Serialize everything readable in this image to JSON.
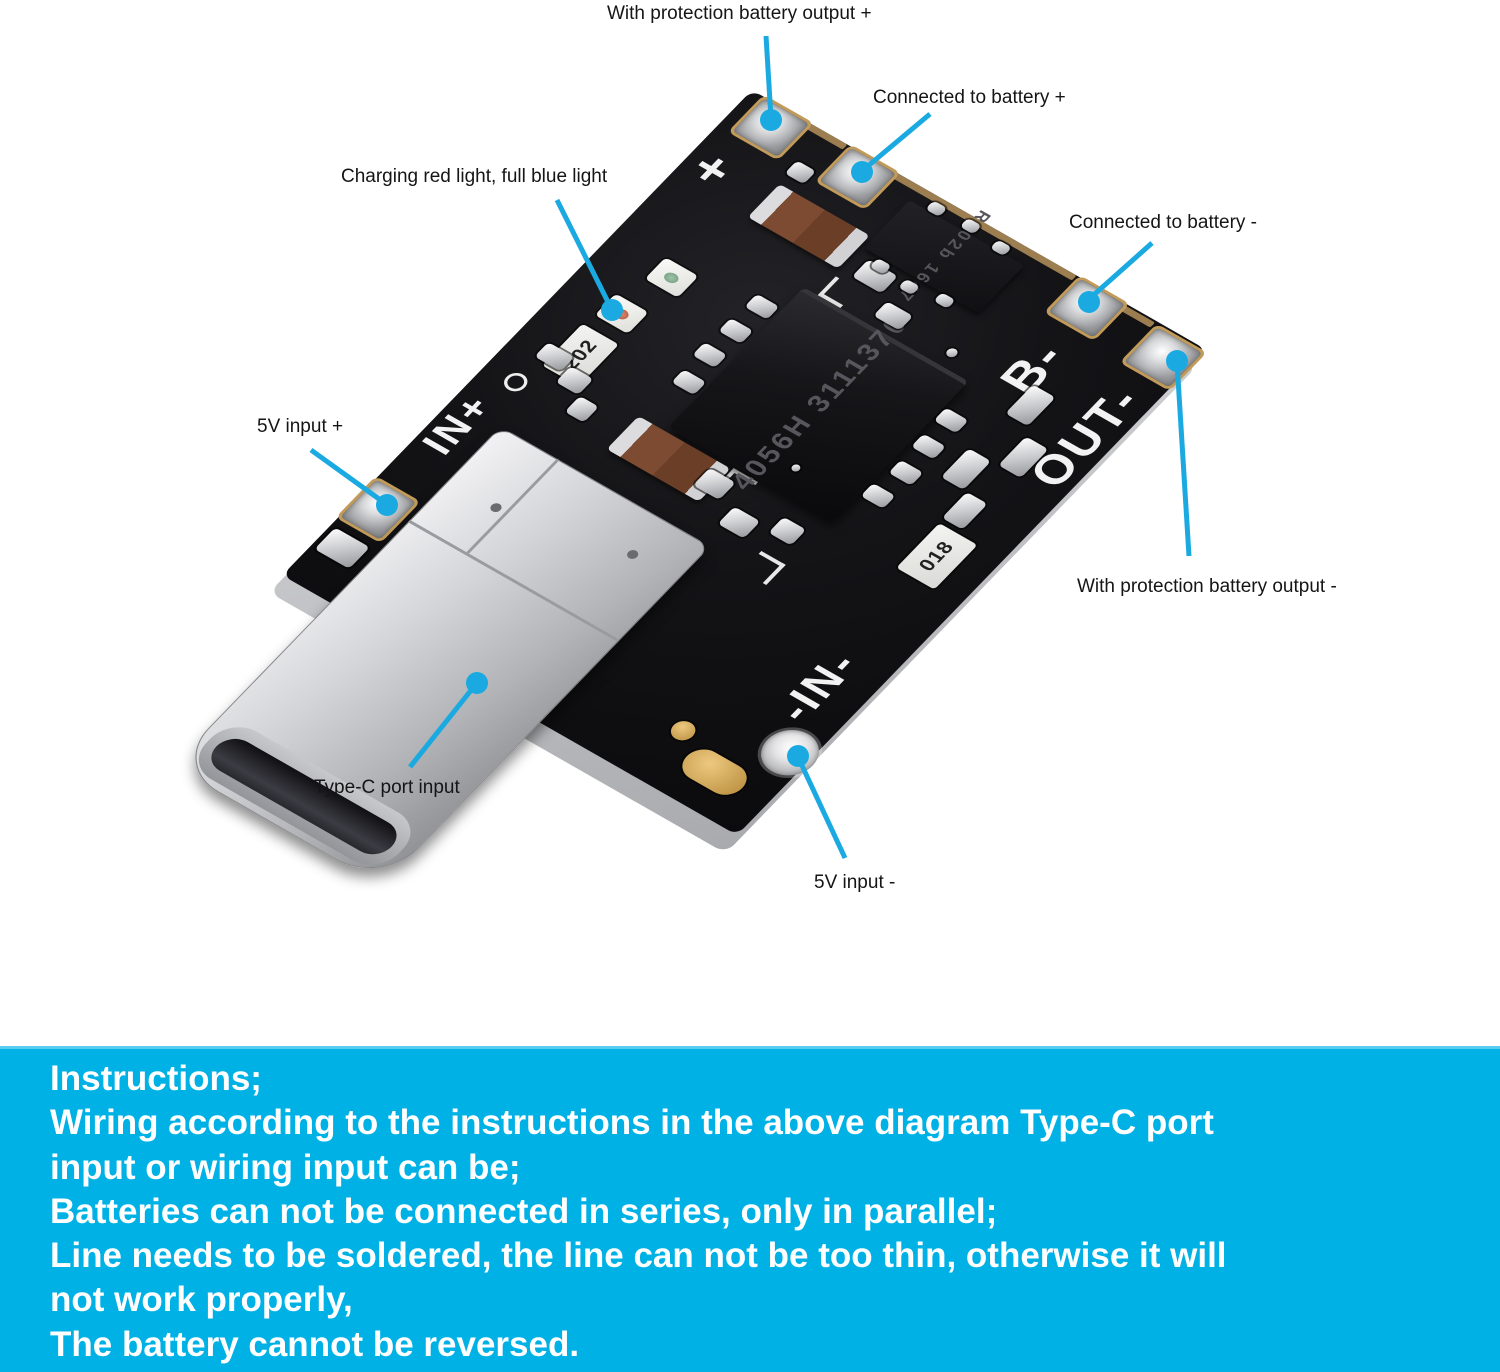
{
  "callouts": {
    "output_plus": "With protection battery output +",
    "battery_plus": "Connected to battery +",
    "led": "Charging red light, full blue light",
    "battery_minus": "Connected to battery -",
    "input_plus": "5V input +",
    "output_minus": "With protection battery output -",
    "typec": "Type-C port input",
    "input_minus": "5V input -"
  },
  "board": {
    "silkscreen": {
      "plus": "+",
      "in_plus": "IN+",
      "b_minus": "B-",
      "out_minus": "OUT-",
      "in_minus": "-IN-"
    },
    "chips": {
      "main_line1": "4056H",
      "main_line2": "3111370",
      "small_line1": "R302b",
      "small_line2": "1647"
    },
    "resistors": {
      "r1": "202",
      "r2": "018"
    }
  },
  "instructions": {
    "lines": [
      "Instructions;",
      "Wiring according to the instructions in the above diagram Type-C port",
      "input or wiring input can be;",
      "Batteries can not be connected in series, only in parallel;",
      "Line needs to be soldered, the line can not be too thin, otherwise it will",
      "not work properly,",
      "The battery cannot be reversed."
    ]
  },
  "colors": {
    "accent": "#1aa9e0",
    "panel": "#00b1e6"
  }
}
